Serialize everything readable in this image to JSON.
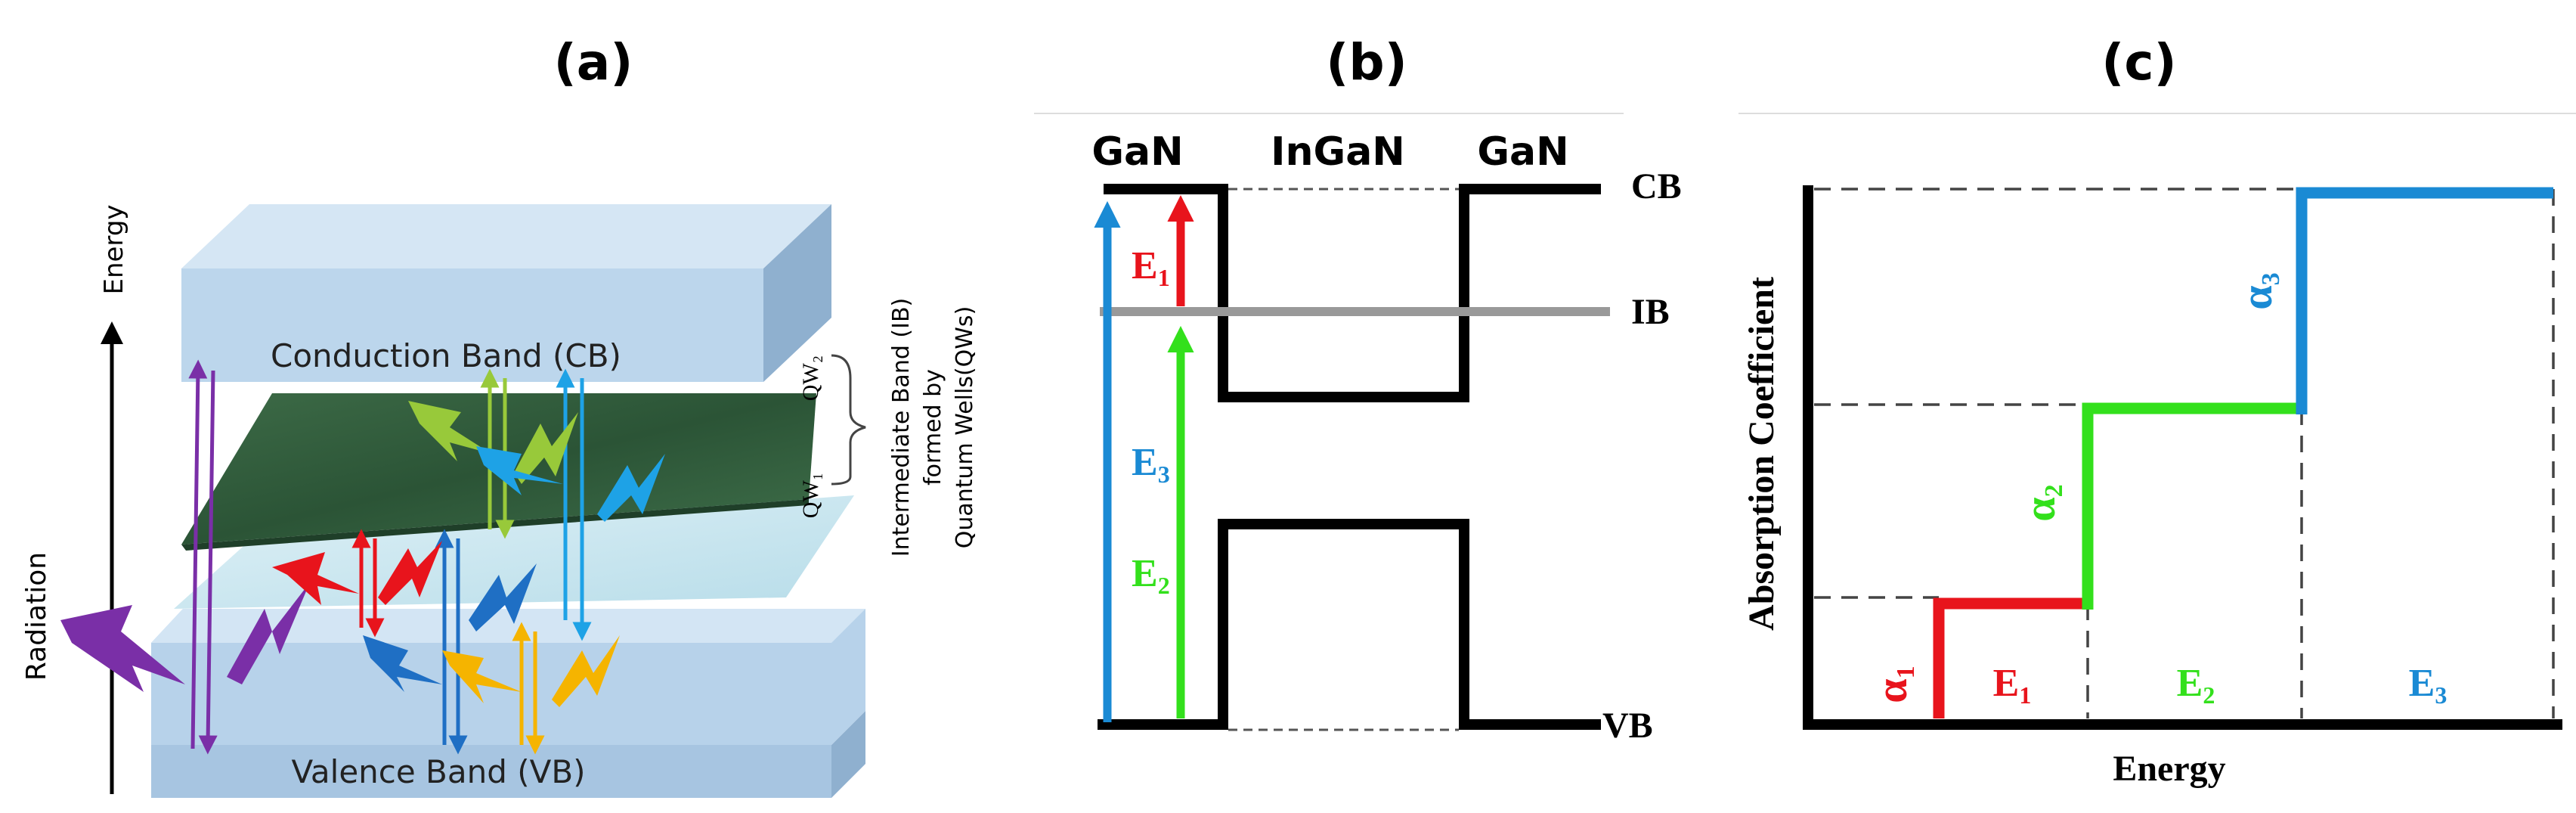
{
  "panel_a": {
    "label": "(a)",
    "energy_axis": "Energy",
    "radiation": "Radiation",
    "conduction_band": "Conduction Band (CB)",
    "valence_band": "Valence Band (VB)",
    "qw2": "QW₂",
    "qw1": "QW₁",
    "ib_line1": "Intermediate Band (IB)",
    "ib_line2": "formed by",
    "ib_line3": "Quantum Wells(QWs)",
    "colors": {
      "band_top": "#c5dcef",
      "band_side": "#8fb0cf",
      "qw2": "#2e5a3c",
      "qw1": "#c9e6ef",
      "purple": "#7a2fa7",
      "red": "#e8141c",
      "blue": "#1f6fc4",
      "lightblue": "#1ea2e6",
      "yellowgreen": "#98c93a",
      "orange": "#f5b400"
    }
  },
  "panel_b": {
    "label": "(b)",
    "layer_left": "GaN",
    "layer_middle": "InGaN",
    "layer_right": "GaN",
    "cb": "CB",
    "ib": "IB",
    "vb": "VB",
    "e1": "E",
    "e1_sub": "1",
    "e2": "E",
    "e2_sub": "2",
    "e3": "E",
    "e3_sub": "3",
    "colors": {
      "e1": "#e8141c",
      "e2": "#33e01c",
      "e3": "#1a8ad4",
      "ib_line": "#999999",
      "band": "#000000"
    }
  },
  "panel_c": {
    "label": "(c)",
    "xlabel": "Energy",
    "ylabel": "Absorption Coefficient",
    "a1": "α",
    "a1_sub": "1",
    "a2": "α",
    "a2_sub": "2",
    "a3": "α",
    "a3_sub": "3",
    "e1": "E",
    "e1_sub": "1",
    "e2": "E",
    "e2_sub": "2",
    "e3": "E",
    "e3_sub": "3",
    "colors": {
      "a1": "#e8141c",
      "a2": "#33e01c",
      "a3": "#1a8ad4"
    }
  }
}
